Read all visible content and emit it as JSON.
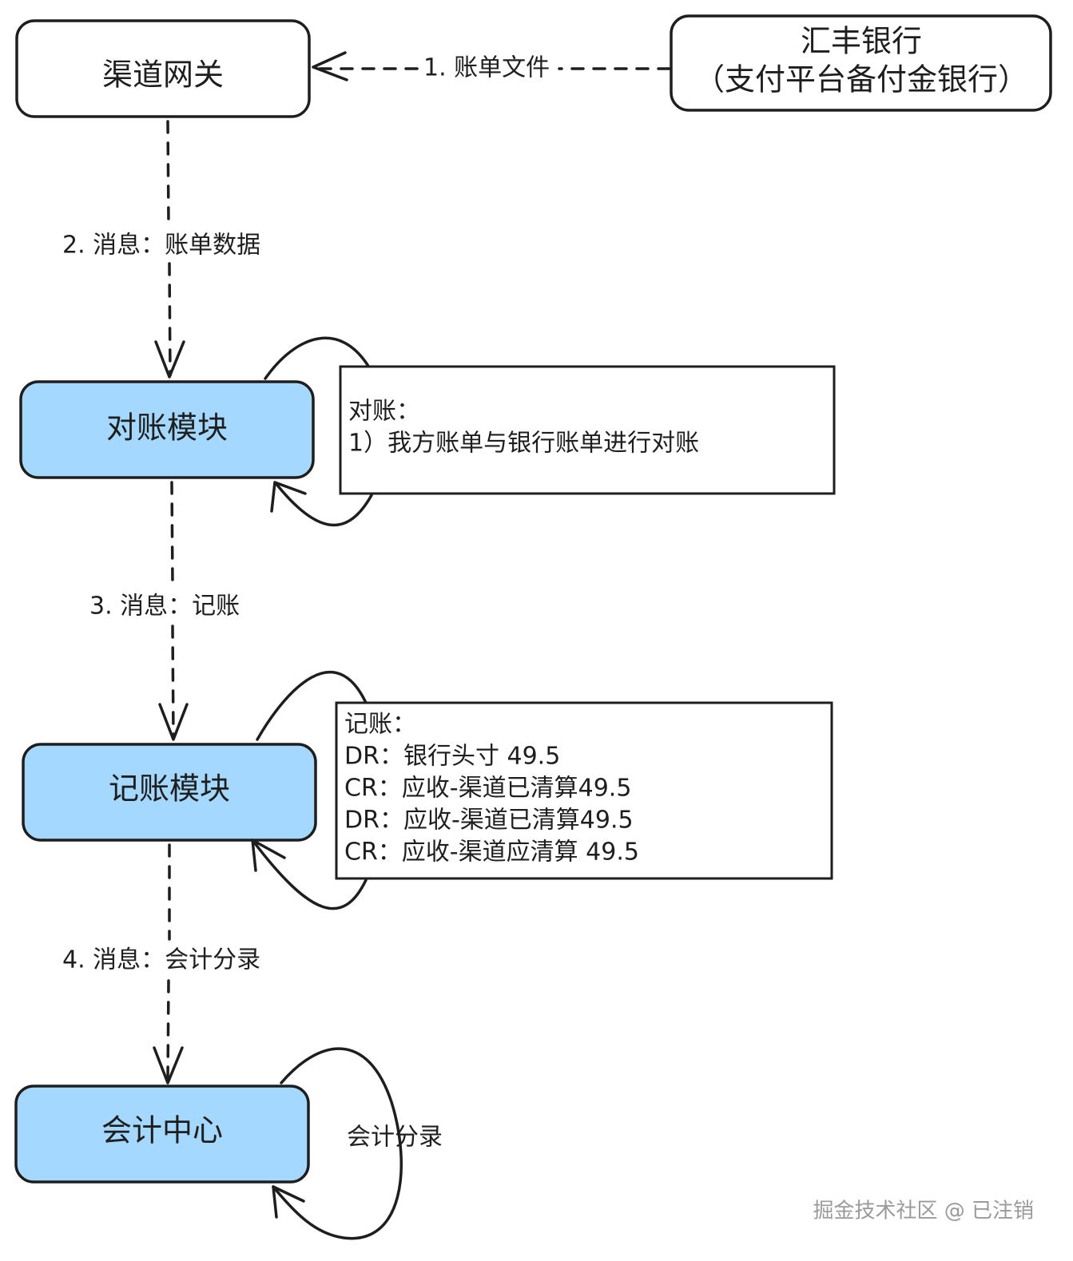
{
  "colors": {
    "node_fill_blue": "#a5d8ff",
    "node_fill_white": "#ffffff",
    "stroke": "#1e1e1e",
    "watermark": "#9a9a9a"
  },
  "nodes": {
    "gateway": {
      "label": "渠道网关"
    },
    "bank": {
      "line1": "汇丰银行",
      "line2": "（支付平台备付金银行）"
    },
    "reconcile": {
      "label": "对账模块"
    },
    "bookkeeping": {
      "label": "记账模块"
    },
    "accounting": {
      "label": "会计中心"
    }
  },
  "edges": {
    "e1": "1. 账单文件",
    "e2": "2. 消息：账单数据",
    "e3": "3. 消息：记账",
    "e4": "4. 消息：会计分录",
    "self_loop_accounting": "会计分录"
  },
  "notes": {
    "reconcile": {
      "lines": [
        "对账：",
        "1）我方账单与银行账单进行对账"
      ]
    },
    "bookkeeping": {
      "lines": [
        "记账：",
        "DR：银行头寸 49.5",
        "CR：应收-渠道已清算49.5",
        "DR：应收-渠道已清算49.5",
        "CR：应收-渠道应清算 49.5"
      ]
    }
  },
  "watermark": "掘金技术社区 @ 已注销"
}
